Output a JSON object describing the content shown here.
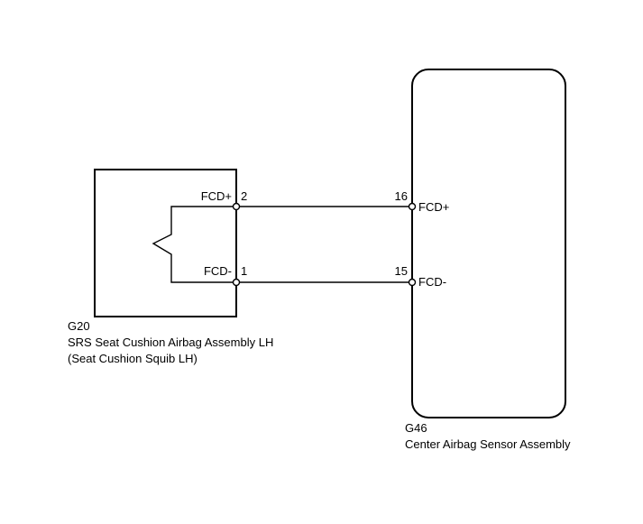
{
  "left_component": {
    "code": "G20",
    "name": "SRS Seat Cushion Airbag Assembly LH",
    "subname": "(Seat Cushion Squib LH)",
    "pins": [
      {
        "signal": "FCD+",
        "number": "2"
      },
      {
        "signal": "FCD-",
        "number": "1"
      }
    ]
  },
  "right_component": {
    "code": "G46",
    "name": "Center Airbag Sensor Assembly",
    "pins": [
      {
        "signal": "FCD+",
        "number": "16"
      },
      {
        "signal": "FCD-",
        "number": "15"
      }
    ]
  }
}
